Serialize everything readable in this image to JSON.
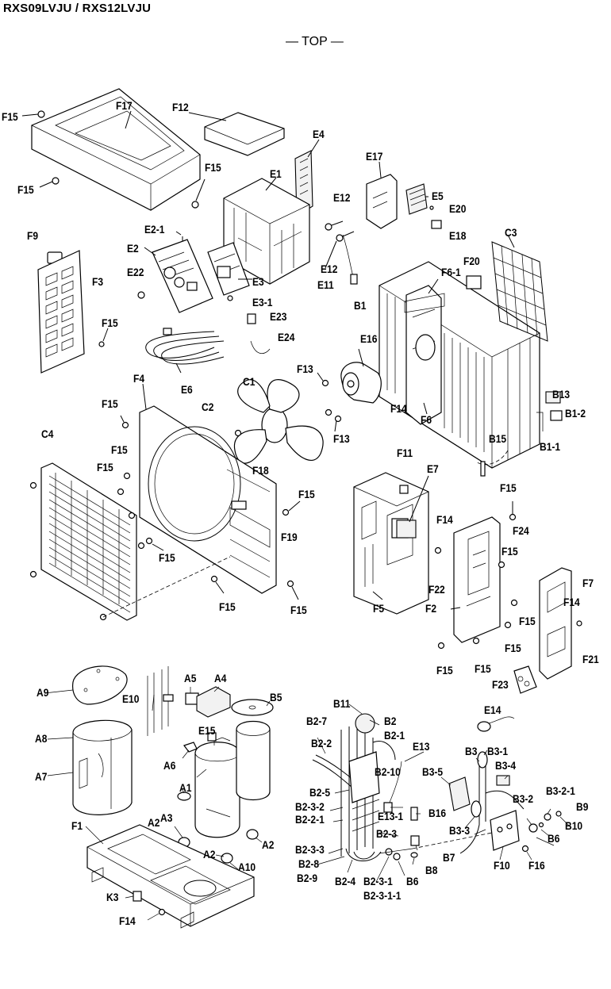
{
  "title": "RXS09LVJU / RXS12LVJU",
  "view": "— TOP —",
  "labels": {
    "F15a": "F15",
    "F17": "F17",
    "F12": "F12",
    "E4": "E4",
    "F15b": "F15",
    "E1": "E1",
    "E17": "E17",
    "E12a": "E12",
    "E5": "E5",
    "E20": "E20",
    "E18": "E18",
    "F15c": "F15",
    "E2_1": "E2-1",
    "C3": "C3",
    "F9": "F9",
    "E2": "E2",
    "E12b": "E12",
    "F20": "F20",
    "F3": "F3",
    "E22": "E22",
    "E3": "E3",
    "E11": "E11",
    "F6_1": "F6-1",
    "B1": "B1",
    "E3_1": "E3-1",
    "E23": "E23",
    "F15d": "F15",
    "E24": "E24",
    "E16": "E16",
    "F13a": "F13",
    "E6": "E6",
    "F4": "F4",
    "C1": "C1",
    "B13": "B13",
    "F14a": "F14",
    "F6": "F6",
    "B1_2": "B1-2",
    "F15e": "F15",
    "C2": "C2",
    "F13b": "F13",
    "B15": "B15",
    "C4": "C4",
    "B1_1": "B1-1",
    "F15f": "F15",
    "F15g": "F15",
    "F11": "F11",
    "F18": "F18",
    "E7": "E7",
    "F15h": "F15",
    "F15i": "F15",
    "F14b": "F14",
    "F24": "F24",
    "F19": "F19",
    "F15j": "F15",
    "F15k": "F15",
    "F7": "F7",
    "F22": "F22",
    "F14c": "F14",
    "F5": "F5",
    "F2": "F2",
    "F15l": "F15",
    "F15m": "F15",
    "F15n": "F15",
    "F21": "F21",
    "F15o": "F15",
    "F15p": "F15",
    "F23": "F23",
    "A9": "A9",
    "E10": "E10",
    "A5": "A5",
    "A4": "A4",
    "B5": "B5",
    "E14": "E14",
    "B11": "B11",
    "B2": "B2",
    "B2_7": "B2-7",
    "A8": "A8",
    "B2_1": "B2-1",
    "E15": "E15",
    "B2_2": "B2-2",
    "E13": "E13",
    "B3": "B3",
    "B3_1": "B3-1",
    "A6": "A6",
    "B2_10": "B2-10",
    "B3_4": "B3-4",
    "A7": "A7",
    "B3_5": "B3-5",
    "B2_5": "B2-5",
    "A1": "A1",
    "B3_2_1": "B3-2-1",
    "A3": "A3",
    "B3_2": "B3-2",
    "B9": "B9",
    "B2_3_2": "B2-3-2",
    "E13_1": "E13-1",
    "B16": "B16",
    "F1": "F1",
    "B2_2_1": "B2-2-1",
    "A2a": "A2",
    "B10": "B10",
    "B3_3": "B3-3",
    "B2_3": "B2-3",
    "B6a": "B6",
    "A2b": "A2",
    "B2_3_3": "B2-3-3",
    "A2c": "A2",
    "B7": "B7",
    "A10": "A10",
    "B2_8": "B2-8",
    "F10": "F10",
    "F16": "F16",
    "B8": "B8",
    "B2_9": "B2-9",
    "B2_4": "B2-4",
    "B2_3_1": "B2-3-1",
    "B6b": "B6",
    "K3": "K3",
    "B2_3_1_1": "B2-3-1-1",
    "F14d": "F14"
  }
}
